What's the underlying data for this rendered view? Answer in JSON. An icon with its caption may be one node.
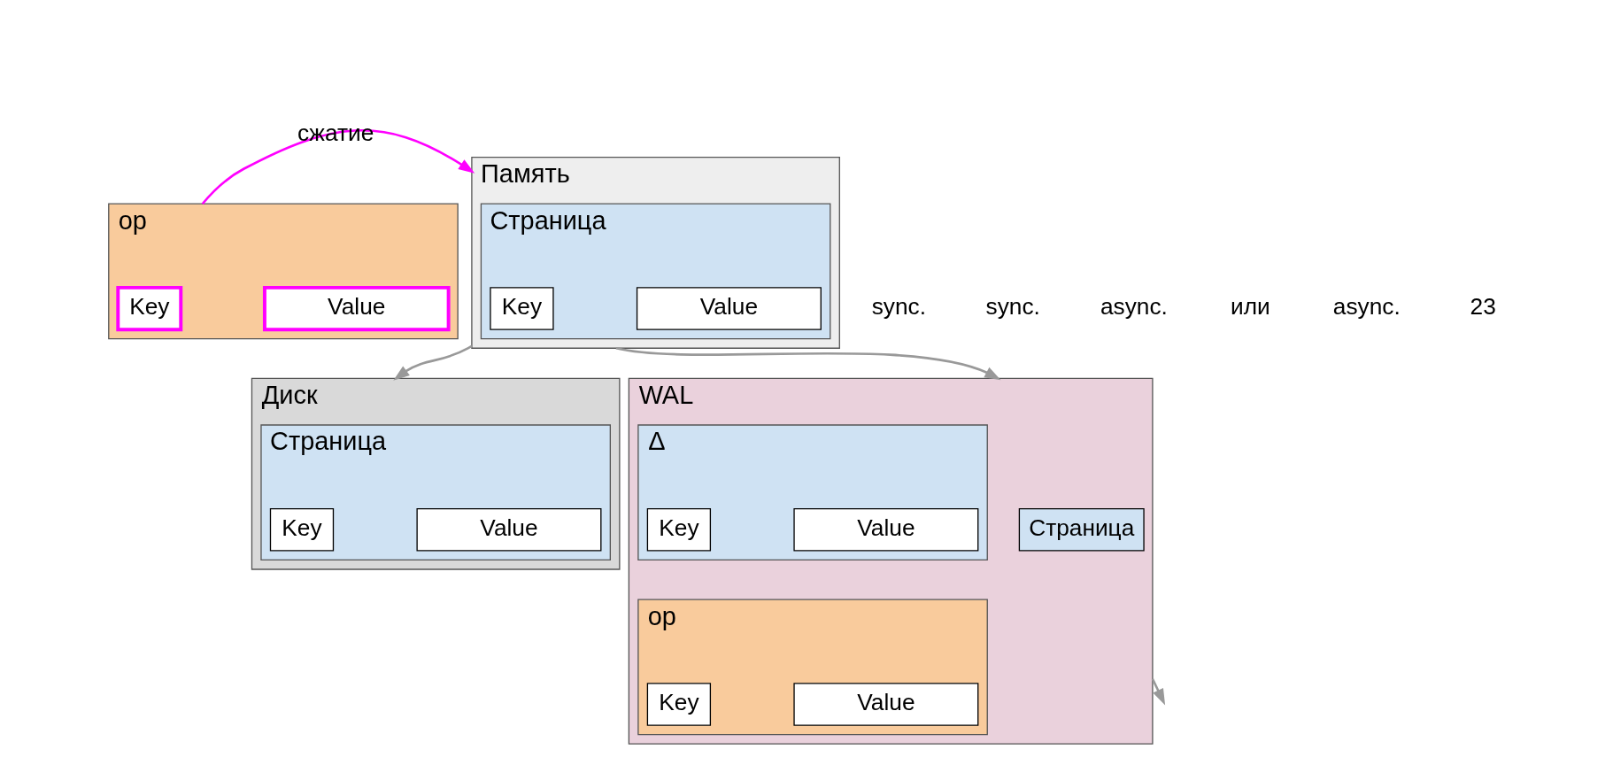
{
  "diagram": {
    "nodes": [
      {
        "text": [
          "op"
        ]
      },
      {
        "text": [
          "Key"
        ],
        "in": 0
      },
      {
        "text": [
          "Value"
        ],
        "in": 0
      },
      {
        "text": [
          "Память"
        ]
      },
      {
        "text": [
          "Страница"
        ],
        "in": 3
      },
      {
        "text": [
          "Key"
        ],
        "in": 4
      },
      {
        "text": [
          "Value"
        ],
        "in": 4
      },
      {
        "text": [
          "Диск"
        ]
      },
      {
        "text": [
          "Страница"
        ],
        "in": 7
      },
      {
        "text": [
          "Key"
        ],
        "in": 8
      },
      {
        "text": [
          "Value"
        ],
        "in": 8
      },
      {
        "text": [
          "WAL"
        ]
      },
      {
        "text": [
          "Страница"
        ],
        "in": 11
      },
      {
        "text": [
          "Δ"
        ],
        "in": 11
      },
      {
        "text": [
          "Key"
        ],
        "in": 13
      },
      {
        "text": [
          "Value"
        ],
        "in": 13
      },
      {
        "text": [
          "op"
        ],
        "in": 11
      },
      {
        "text": [
          "Key"
        ],
        "in": 16
      },
      {
        "text": [
          "Value"
        ],
        "in": 16
      }
    ],
    "edges": [
      {
        "from": 0,
        "to": 3,
        "arrow": "to",
        "label": "сжатие",
        "color": "#ff00ff"
      },
      {
        "from": 3,
        "to": 11,
        "arrow": "to"
      },
      {
        "from": 3,
        "to": 7,
        "arrow": "to"
      },
      {
        "from": 11,
        "to": null,
        "arrow": "to"
      }
    ],
    "labels": [
      "sync.",
      "sync.",
      "async.",
      "или",
      "async.",
      "23"
    ]
  }
}
